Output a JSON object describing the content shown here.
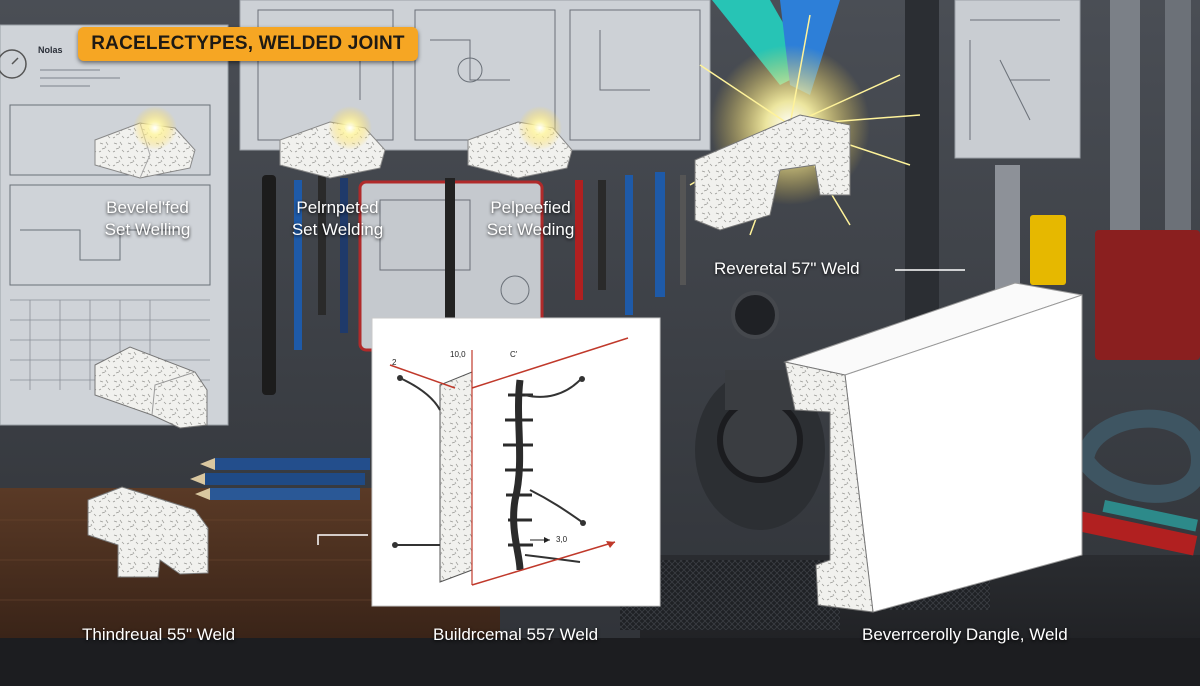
{
  "banner": {
    "title": "RACELECTYPES, WELDED JOINT"
  },
  "poster": {
    "notes_label": "Nolas"
  },
  "labels": {
    "bevel_set": {
      "line1": "Bevelel'fed",
      "line2": "Set Welling"
    },
    "perp_set_1": {
      "line1": "Pelrnpeted",
      "line2": "Set Welding"
    },
    "perp_set_2": {
      "line1": "Pelpeefied",
      "line2": "Set Weding"
    },
    "reverse_weld": "Reveretal 57\" Weld",
    "thindreual_weld": "Thindreual 55\" Weld",
    "buildrcemal_weld": "Buildrcemal 557 Weld",
    "beverr_weld": "Beverrcerolly Dangle, Weld"
  },
  "diagram": {
    "label_z": "2",
    "label_top": "10,0",
    "label_c": "C'",
    "label_dim": "3,0"
  },
  "colors": {
    "banner": "#f6a623",
    "wall": "#3b3e43",
    "workbench": "#4a3122",
    "spark": "#fff7a8",
    "arrow": "#c0392b"
  }
}
